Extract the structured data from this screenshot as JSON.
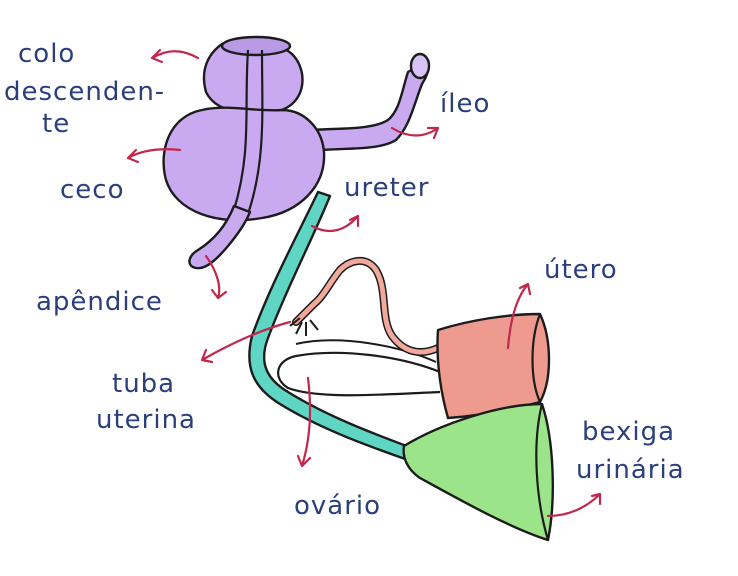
{
  "labels": {
    "colo_line1": "colo",
    "colo_line2": "descenden-",
    "colo_line3": "te",
    "ceco": "ceco",
    "apendice": "apêndice",
    "ileo": "íleo",
    "ureter": "ureter",
    "utero": "útero",
    "tuba_line1": "tuba",
    "tuba_line2": "uterina",
    "bexiga_line1": "bexiga",
    "bexiga_line2": "urinária",
    "ovario": "ovário"
  },
  "colors": {
    "label_text": "#2b3f7d",
    "arrow": "#c0284d",
    "intestine": "#c9a9f0",
    "ureter": "#5fd6c4",
    "uterus": "#ee9a8f",
    "tube": "#f0a99b",
    "bladder": "#9be48a",
    "outline": "#1c1c1c",
    "background": "#ffffff"
  }
}
